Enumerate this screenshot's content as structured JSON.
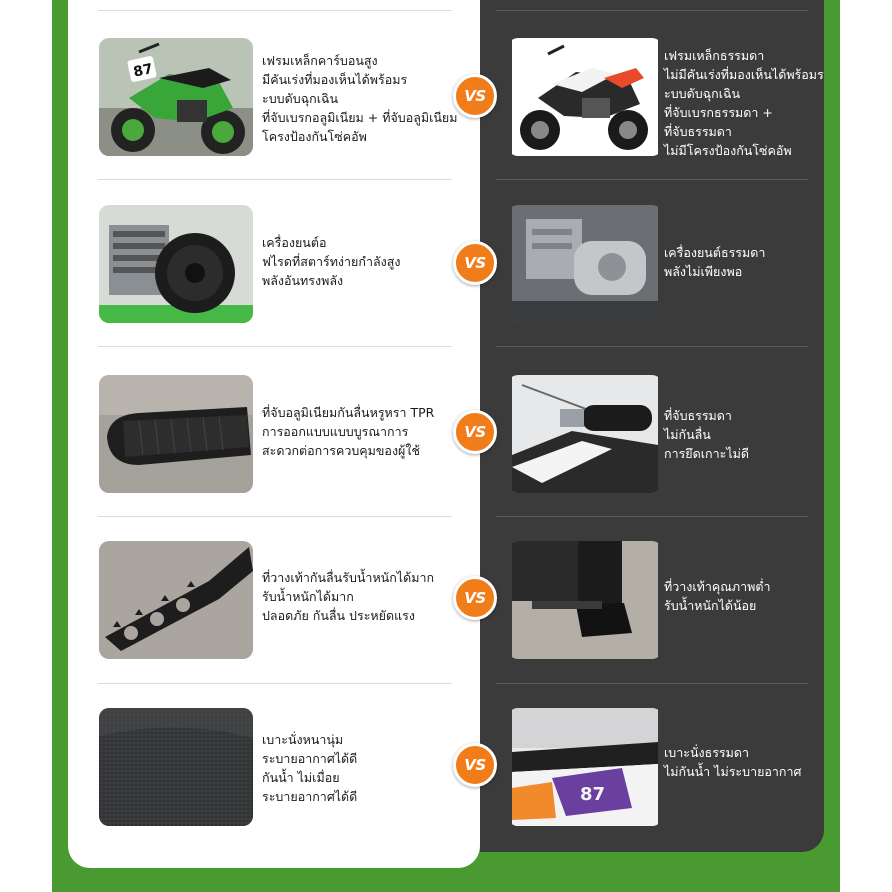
{
  "vs_label": "VS",
  "colors": {
    "green": "#4a9a32",
    "dark_panel": "#3b3b3b",
    "vs_orange": "#f07d1a"
  },
  "rows": [
    {
      "left_image": "green-dirt-bike-87-photo",
      "right_image": "black-white-dirt-bike-photo",
      "left_lines": [
        "เฟรมเหล็กคาร์บอนสูง",
        "มีคันเร่งที่มองเห็นได้พร้อมร",
        "ะบบดับฉุกเฉิน",
        "ที่จับเบรกอลูมิเนียม + ที่จับอลูมิเนียม",
        "โครงป้องกันโซ่คอัพ"
      ],
      "right_lines": [
        "เฟรมเหล็กธรรมดา",
        "ไม่มีคันเร่งที่มองเห็นได้พร้อมร",
        "ะบบดับฉุกเฉิน",
        "ที่จับเบรกธรรมดา +",
        "ที่จับธรรมดา",
        "ไม่มีโครงป้องกันโซ่คอัพ"
      ]
    },
    {
      "left_image": "engine-pull-starter-photo",
      "right_image": "ordinary-engine-photo",
      "left_lines": [
        "เครื่องยนต์อ",
        "ฟไรดที่สตาร์ทง่ายกำลังสูง",
        "พลังอันทรงพลัง"
      ],
      "right_lines": [
        "เครื่องยนต์ธรรมดา",
        "พลังไม่เพียงพอ"
      ]
    },
    {
      "left_image": "tpr-rubber-grip-photo",
      "right_image": "ordinary-grip-photo",
      "left_lines": [
        "ที่จับอลูมิเนียมกันลื่นหรูหรา TPR",
        "การออกแบบแบบบูรณาการ",
        "สะดวกต่อการควบคุมของผู้ใช้"
      ],
      "right_lines": [
        "ที่จับธรรมดา",
        "ไม่กันลื่น",
        "การยึดเกาะไม่ดี"
      ]
    },
    {
      "left_image": "serrated-footpeg-photo",
      "right_image": "boot-on-footpeg-photo",
      "left_lines": [
        "ที่วางเท้ากันลื่นรับน้ำหนักได้มาก",
        "รับน้ำหนักได้มาก",
        "ปลอดภัย กันลื่น ประหยัดแรง"
      ],
      "right_lines": [
        "ที่วางเท้าคุณภาพต่ำ",
        "รับน้ำหนักได้น้อย"
      ]
    },
    {
      "left_image": "textured-seat-photo",
      "right_image": "ordinary-seat-photo",
      "left_lines": [
        "เบาะนั่งหนานุ่ม",
        "ระบายอากาศได้ดี",
        "กันน้ำ ไม่เมื่อย",
        "ระบายอากาศได้ดี"
      ],
      "right_lines": [
        "เบาะนั่งธรรมดา",
        "ไม่กันน้ำ ไม่ระบายอากาศ"
      ]
    }
  ]
}
